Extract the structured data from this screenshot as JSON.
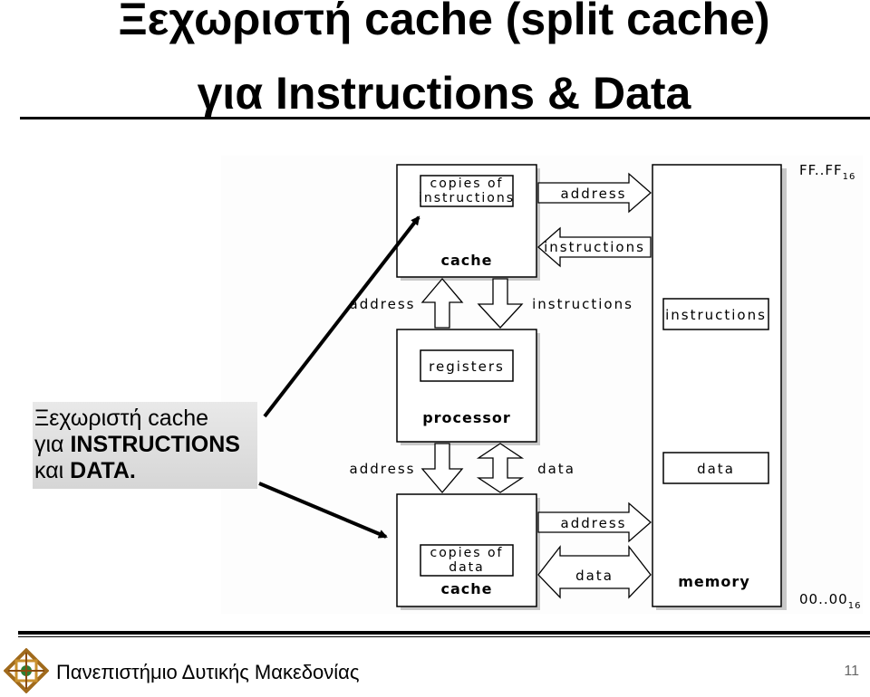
{
  "slide": {
    "title_line1": "Ξεχωριστή cache (split cache)",
    "title_line2": "για Instructions & Data",
    "footer": "Πανεπιστήμιο Δυτικής Μακεδονίας",
    "page_number": "11"
  },
  "note": {
    "line1": "Ξεχωριστή cache",
    "line2_prefix": "για ",
    "line2_bold": "INSTRUCTIONS",
    "line3_prefix": "και ",
    "line3_bold": "DATA."
  },
  "diagram": {
    "icache_inner": [
      "copies of",
      "instructions"
    ],
    "icache_label": "cache",
    "processor_inner": "registers",
    "processor_label": "processor",
    "dcache_inner": [
      "copies of",
      "data"
    ],
    "dcache_label": "cache",
    "memory_instructions": "instructions",
    "memory_data": "data",
    "memory_label": "memory",
    "addr_top": "FF..FF",
    "addr_top_sub": "16",
    "addr_bottom": "00..00",
    "addr_bottom_sub": "16",
    "arrow_address_1": "address",
    "arrow_instructions_1": "instructions",
    "arrow_address_2": "address",
    "arrow_instructions_2": "instructions",
    "arrow_address_3": "address",
    "arrow_data_1": "data",
    "arrow_address_4": "address",
    "arrow_data_2": "data"
  }
}
